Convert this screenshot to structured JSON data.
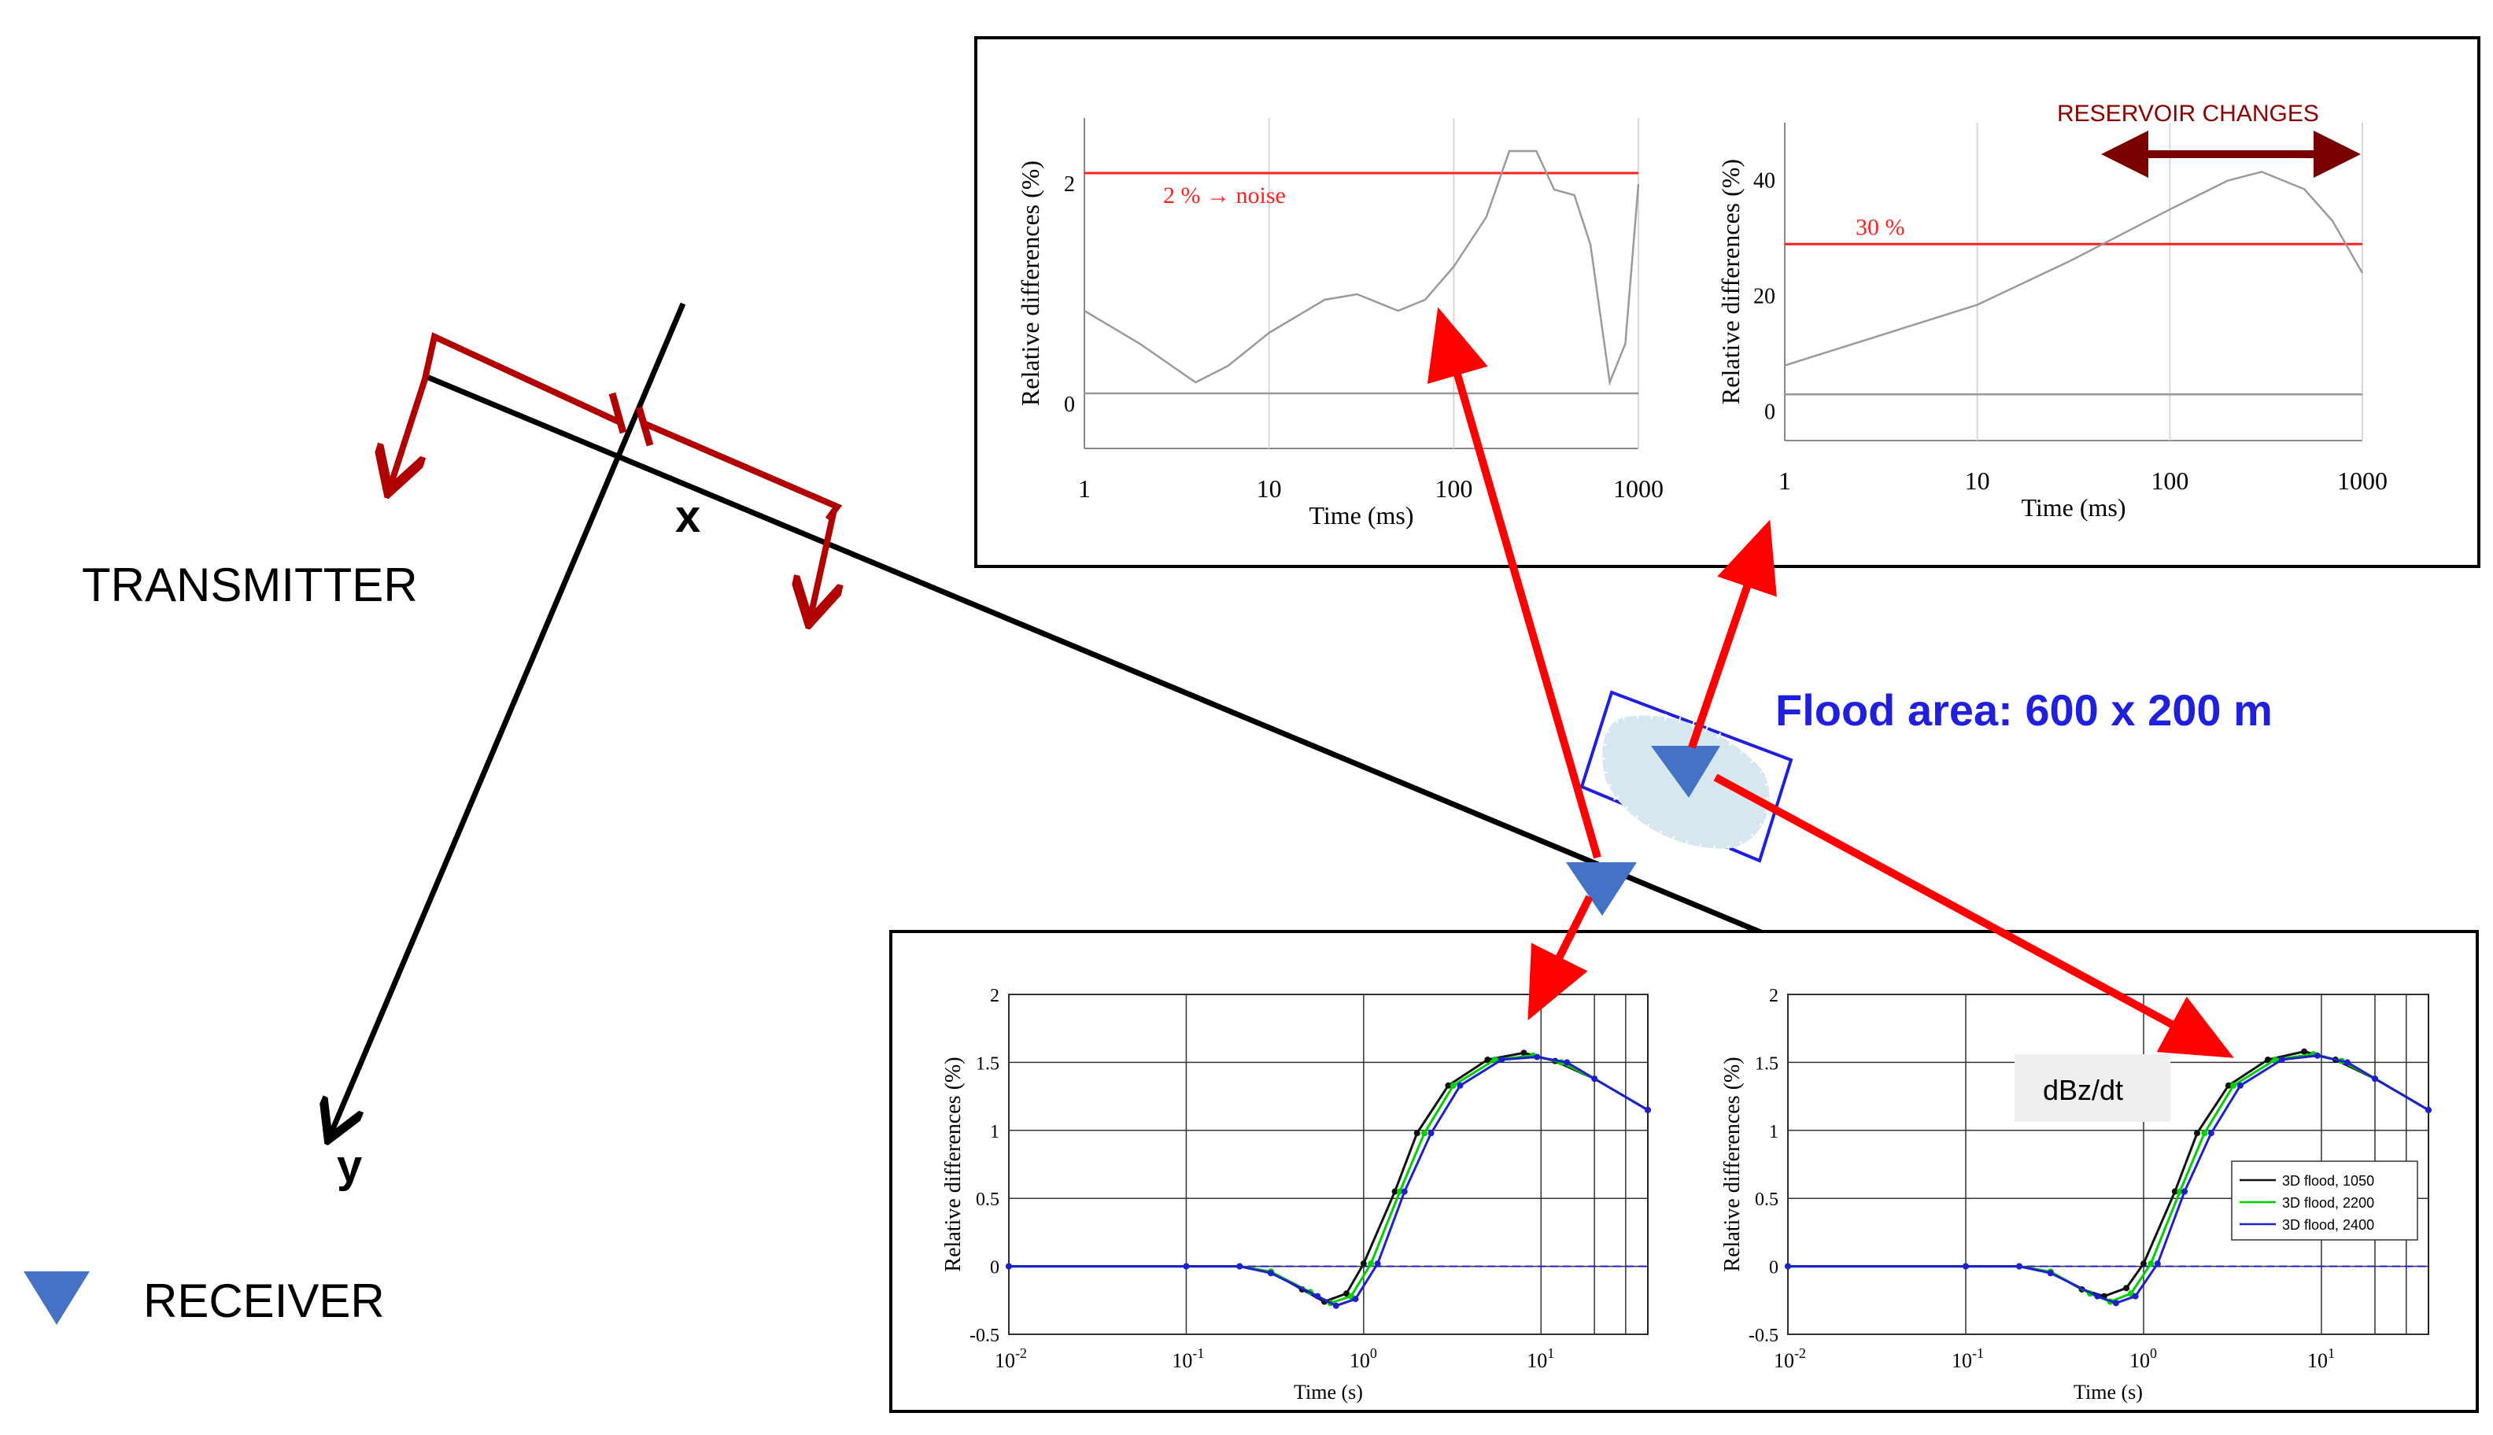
{
  "labels": {
    "transmitter": "TRANSMITTER",
    "receiver": "RECEIVER",
    "x_axis": "x",
    "y_axis": "y",
    "flood_area": "Flood area: 600 x 200 m",
    "reservoir_changes": "RESERVOIR CHANGES",
    "dbz_dt": "dBz/dt"
  },
  "colors": {
    "red_arrow": "#ff0000",
    "dark_red": "#b00000",
    "reservoir_arrow": "#7a0000",
    "receiver": "#4472c4",
    "flood_text": "#1f1fdd",
    "flood_box": "#1f1fdd",
    "flood_fill": "#dbe9f0"
  },
  "chart_data": [
    {
      "type": "line",
      "xlabel": "Time (ms)",
      "ylabel": "Relative differences (%)",
      "xscale": "log",
      "xlim": [
        1,
        1000
      ],
      "ylim": [
        -0.4,
        2.6
      ],
      "xticks": [
        "1",
        "10",
        "100",
        "1000"
      ],
      "yticks": [
        "0",
        "2"
      ],
      "annotation": "2 % → noise",
      "threshold": 2.1,
      "baseline": 0.1,
      "series": [
        {
          "x": [
            1,
            2,
            4,
            6,
            10,
            20,
            30,
            50,
            70,
            100,
            150,
            200,
            280,
            350,
            450,
            550,
            700,
            850,
            1000
          ],
          "y": [
            0.85,
            0.55,
            0.2,
            0.35,
            0.65,
            0.95,
            1.0,
            0.85,
            0.95,
            1.25,
            1.7,
            2.3,
            2.3,
            1.95,
            1.9,
            1.45,
            0.2,
            0.55,
            2.0
          ]
        }
      ]
    },
    {
      "type": "line",
      "xlabel": "Time (ms)",
      "ylabel": "Relative differences (%)",
      "xscale": "log",
      "xlim": [
        1,
        1000
      ],
      "ylim": [
        -5,
        50
      ],
      "xticks": [
        "1",
        "10",
        "100",
        "1000"
      ],
      "yticks": [
        "0",
        "20",
        "40"
      ],
      "annotation": "30 %",
      "threshold": 29,
      "baseline": 3,
      "series": [
        {
          "x": [
            1,
            3,
            10,
            30,
            100,
            200,
            300,
            500,
            700,
            1000
          ],
          "y": [
            8,
            13,
            18.5,
            26,
            35,
            40,
            41.5,
            38.5,
            33,
            24
          ]
        }
      ]
    },
    {
      "type": "line",
      "xlabel": "Time (s)",
      "ylabel": "Relative differences (%)",
      "xscale": "log",
      "xlim": [
        0.01,
        40
      ],
      "ylim": [
        -0.5,
        2
      ],
      "xticks": [
        "10-2",
        "10-1",
        "10⁰",
        "10¹"
      ],
      "yticks": [
        "-0.5",
        "0",
        "0.5",
        "1",
        "1.5",
        "2"
      ],
      "series": [
        {
          "x": [
            0.01,
            0.1,
            0.2,
            0.3,
            0.45,
            0.6,
            0.8,
            1,
            1.5,
            2,
            3,
            5,
            8,
            12,
            20,
            40
          ],
          "y": [
            0,
            0,
            0,
            -0.04,
            -0.17,
            -0.26,
            -0.2,
            0.02,
            0.55,
            0.98,
            1.33,
            1.52,
            1.57,
            1.51,
            1.38,
            1.15
          ]
        },
        {
          "x": [
            0.01,
            0.1,
            0.2,
            0.3,
            0.5,
            0.65,
            0.85,
            1.1,
            1.6,
            2.2,
            3.2,
            5.5,
            9,
            13,
            20,
            40
          ],
          "y": [
            0,
            0,
            0,
            -0.04,
            -0.19,
            -0.27,
            -0.22,
            0.02,
            0.55,
            0.98,
            1.33,
            1.52,
            1.55,
            1.5,
            1.38,
            1.15
          ]
        },
        {
          "x": [
            0.01,
            0.1,
            0.2,
            0.3,
            0.55,
            0.7,
            0.9,
            1.2,
            1.7,
            2.4,
            3.5,
            6,
            9.5,
            14,
            20,
            40
          ],
          "y": [
            0,
            0,
            0,
            -0.05,
            -0.22,
            -0.29,
            -0.24,
            0.02,
            0.55,
            0.98,
            1.33,
            1.52,
            1.54,
            1.5,
            1.38,
            1.15
          ]
        }
      ]
    },
    {
      "type": "line",
      "xlabel": "Time (s)",
      "ylabel": "Relative differences (%)",
      "xscale": "log",
      "xlim": [
        0.01,
        40
      ],
      "ylim": [
        -0.5,
        2
      ],
      "xticks": [
        "10-2",
        "10-1",
        "10⁰",
        "10¹"
      ],
      "yticks": [
        "-0.5",
        "0",
        "0.5",
        "1",
        "1.5",
        "2"
      ],
      "legend": [
        "3D flood, 1050",
        "3D flood, 2200",
        "3D flood, 2400"
      ],
      "series": [
        {
          "name": "3D flood, 1050",
          "x": [
            0.01,
            0.1,
            0.2,
            0.3,
            0.45,
            0.6,
            0.8,
            1,
            1.5,
            2,
            3,
            5,
            8,
            12,
            20,
            40
          ],
          "y": [
            0,
            0,
            0,
            -0.04,
            -0.17,
            -0.22,
            -0.16,
            0.02,
            0.55,
            0.98,
            1.33,
            1.52,
            1.58,
            1.52,
            1.38,
            1.15
          ]
        },
        {
          "name": "3D flood, 2200",
          "x": [
            0.01,
            0.1,
            0.2,
            0.3,
            0.5,
            0.65,
            0.85,
            1.1,
            1.6,
            2.2,
            3.2,
            5.5,
            9,
            13,
            20,
            40
          ],
          "y": [
            0,
            0,
            0,
            -0.04,
            -0.2,
            -0.26,
            -0.2,
            0.02,
            0.55,
            0.98,
            1.33,
            1.52,
            1.56,
            1.51,
            1.38,
            1.15
          ]
        },
        {
          "name": "3D flood, 2400",
          "x": [
            0.01,
            0.1,
            0.2,
            0.3,
            0.55,
            0.7,
            0.9,
            1.2,
            1.7,
            2.4,
            3.5,
            6,
            9.5,
            14,
            20,
            40
          ],
          "y": [
            0,
            0,
            0,
            -0.05,
            -0.22,
            -0.27,
            -0.22,
            0.02,
            0.55,
            0.98,
            1.33,
            1.52,
            1.55,
            1.5,
            1.38,
            1.15
          ]
        }
      ]
    }
  ]
}
